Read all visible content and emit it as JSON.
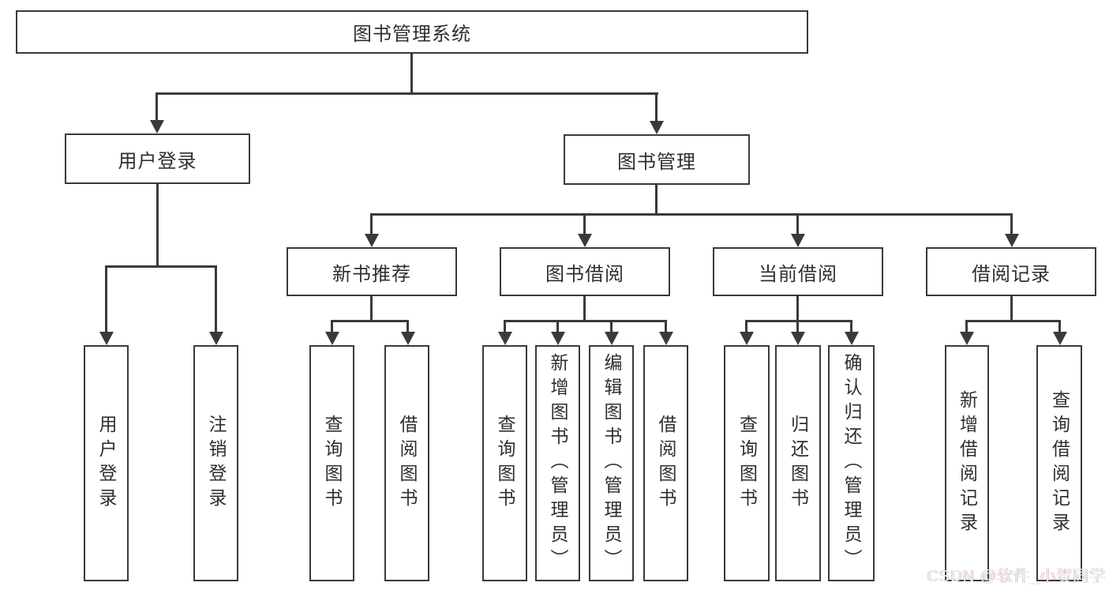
{
  "title": "图书管理系统",
  "tree": {
    "root": {
      "label": "图书管理系统"
    },
    "branches": [
      {
        "label": "用户登录",
        "children": [
          {
            "label": "用户登录"
          },
          {
            "label": "注销登录"
          }
        ]
      },
      {
        "label": "图书管理",
        "children": [
          {
            "label": "新书推荐",
            "children": [
              {
                "label": "查询图书"
              },
              {
                "label": "借阅图书"
              }
            ]
          },
          {
            "label": "图书借阅",
            "children": [
              {
                "label": "查询图书"
              },
              {
                "label": "新增图书（管理员）"
              },
              {
                "label": "编辑图书（管理员）"
              },
              {
                "label": "借阅图书"
              }
            ]
          },
          {
            "label": "当前借阅",
            "children": [
              {
                "label": "查询图书"
              },
              {
                "label": "归还图书"
              },
              {
                "label": "确认归还（管理员）"
              }
            ]
          },
          {
            "label": "借阅记录",
            "children": [
              {
                "label": "新增借阅记录"
              },
              {
                "label": "查询借阅记录"
              }
            ]
          }
        ]
      }
    ]
  },
  "watermark": {
    "text": "CSDN @软件_小贺同学"
  },
  "colors": {
    "line": "#3a3a3a",
    "text": "#2f2f2f",
    "background": "#ffffff",
    "watermark": "#efecec"
  }
}
